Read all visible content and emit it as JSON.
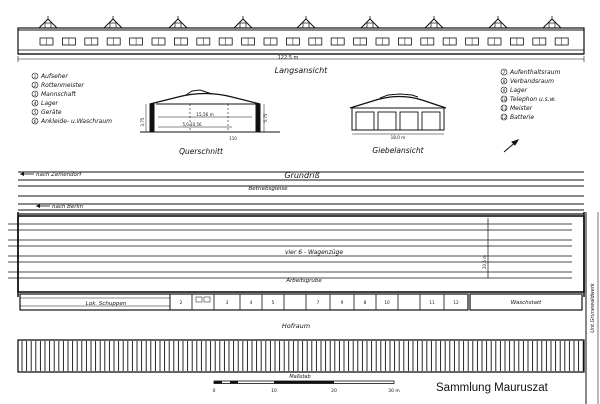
{
  "elevation": {
    "title": "Langsansicht",
    "length_dim": "122,5 m"
  },
  "legend_left": [
    "Aufseher",
    "Rottenmeister",
    "Mannschaft",
    "Lager",
    "Geräte",
    "Ankleide- u.Waschraum"
  ],
  "legend_right": [
    "Aufenthaltsraum",
    "Verbandsraum",
    "Lager",
    "Telephon u.s.w.",
    "Meister",
    "Batterie"
  ],
  "section": {
    "title": "Querschnitt",
    "width_dim": "15,56 m",
    "sub_dim": "5,0    10,56",
    "height_left": "3,75",
    "height_right": "5,75",
    "base_label": "110"
  },
  "gable": {
    "title": "Giebelansicht",
    "width_dim": "18,0 m"
  },
  "plan": {
    "title": "Grundriß",
    "to_zehlendorf": "nach Zehlendorf",
    "to_berlin": "nach Berlin",
    "operating_track": "Betriebsgleise",
    "trains": "vier 6 - Wagenzüge",
    "pit": "Arbeitsgrube",
    "loco_shed": "Lok. Schuppen",
    "washroom": "Waschstatt",
    "courtyard": "Hofraum",
    "street": "Unt.Grunewaldwerk",
    "bay_dim": "20,5 m",
    "room_numbers": [
      "2",
      "3",
      "4",
      "5",
      "7",
      "9",
      "8",
      "10",
      "11",
      "12"
    ]
  },
  "scale": {
    "title": "Maßstab",
    "ticks": [
      "0",
      "10",
      "20",
      "30 m"
    ]
  },
  "credit": "Sammlung Mauruszat"
}
